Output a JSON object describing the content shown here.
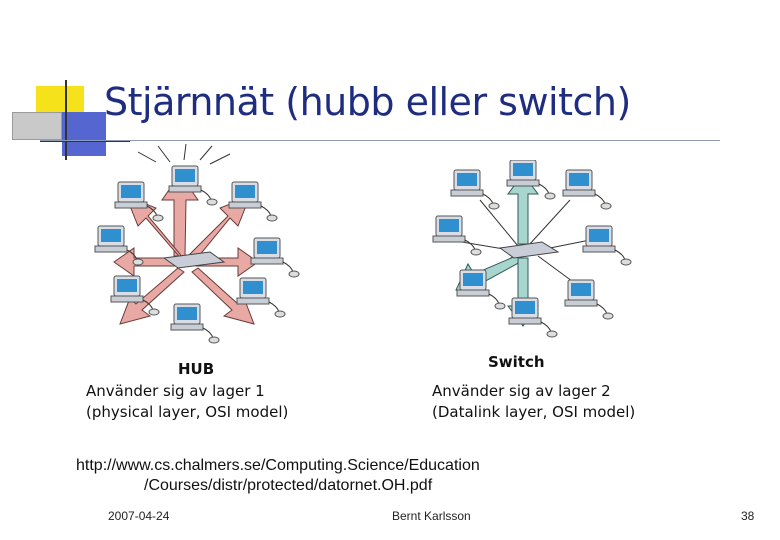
{
  "slide": {
    "title": "Stjärnnät (hubb eller switch)",
    "date": "2007-04-24",
    "author": "Bernt Karlsson",
    "page_number": "38"
  },
  "hub": {
    "title": "HUB",
    "line1": "Använder sig av lager 1",
    "line2": "(physical layer, OSI model)"
  },
  "switch": {
    "title": "Switch",
    "line1": "Använder sig av lager 2",
    "line2": "(Datalink layer, OSI model)"
  },
  "reference": {
    "line1": "http://www.cs.chalmers.se/Computing.Science/Education",
    "line2": "/Courses/distr/protected/datornet.OH.pdf"
  },
  "colors": {
    "title": "#1f2d80",
    "accent_yellow": "#f6e21a",
    "accent_blue": "#4a5fc9",
    "hub_arrow": "#e8a9a4",
    "switch_arrow": "#a8d6cf"
  }
}
